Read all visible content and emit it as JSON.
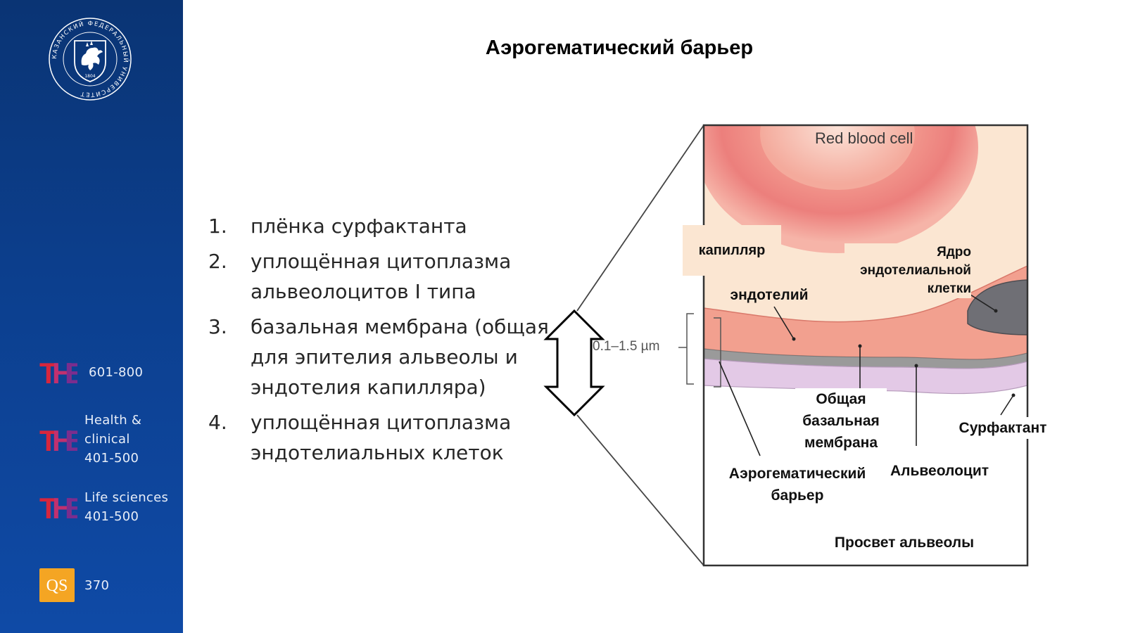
{
  "title": "Аэрогематический барьер",
  "sidebar": {
    "logo_icon": "kfu-leopard-crest-icon",
    "logo_ring_text": "КАЗАНСКИЙ ФЕДЕРАЛЬНЫЙ УНИВЕРСИТЕТ",
    "logo_year": "1804",
    "rankings": [
      {
        "logo": "the-ranking-logo",
        "lines": [
          "601-800"
        ]
      },
      {
        "logo": "the-ranking-logo",
        "lines": [
          "Health &",
          "clinical",
          "401-500"
        ]
      },
      {
        "logo": "the-ranking-logo",
        "lines": [
          "Life sciences",
          "401-500"
        ]
      },
      {
        "logo": "qs-ranking-logo",
        "lines": [
          "370"
        ]
      }
    ],
    "colors": {
      "background": "#0c3f8e",
      "the_red": "#d7263d",
      "the_purple": "#7b2d8e",
      "qs_orange": "#f4a523"
    }
  },
  "barrier_list": [
    {
      "num": "1.",
      "text": "плёнка сурфактанта"
    },
    {
      "num": "2.",
      "text": "уплощённая цитоплазма\nальвеолоцитов I типа"
    },
    {
      "num": "3.",
      "text": "базальная мембрана (общая\nдля эпителия альвеолы и\nэндотелия капилляра)"
    },
    {
      "num": "4.",
      "text": "уплощённая цитоплазма\nэндотелиальных клеток"
    }
  ],
  "diagram": {
    "red_blood_cell": "Red blood cell",
    "scale": "0.1–1.5 µm",
    "labels": {
      "capillary": "капилляр",
      "endothelial_nucleus": "Ядро\nэндотелиальной\nклетки",
      "endothelium": "эндотелий",
      "basal_membrane": "Общая\nбазальная\nмембрана",
      "surfactant": "Сурфактант",
      "barrier": "Аэрогематический\nбарьер",
      "alveolocyte": "Альвеолоцит",
      "alveolar_lumen": "Просвет альвеолы"
    },
    "colors": {
      "plasma": "#fbe6d2",
      "rbc_outer": "#f28a86",
      "endothelium": "#f2a08f",
      "basement": "#9a9a9a",
      "epithelium": "#e3c9e6",
      "nucleus": "#6f6f75"
    }
  }
}
